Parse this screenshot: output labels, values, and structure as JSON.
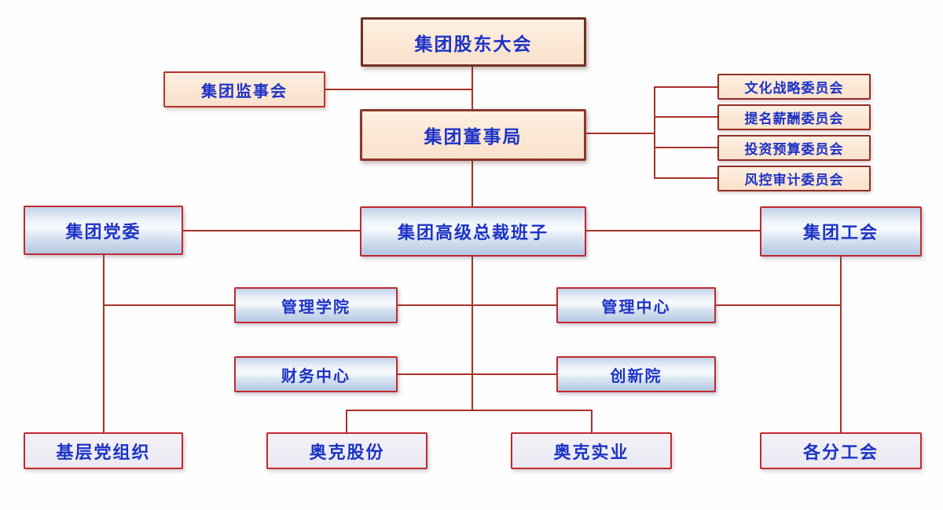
{
  "diagram": {
    "type": "org-chart",
    "nodes": {
      "shareholders": "集团股东大会",
      "supervisory": "集团监事会",
      "board": "集团董事局",
      "committees": [
        "文化战略委员会",
        "提名薪酬委员会",
        "投资预算委员会",
        "风控审计委员会"
      ],
      "party": "集团党委",
      "presidents": "集团高级总裁班子",
      "union": "集团工会",
      "mgmt_school": "管理学院",
      "mgmt_center": "管理中心",
      "finance": "财务中心",
      "innovation": "创新院",
      "grassroots": "基层党组织",
      "aoke_shares": "奥克股份",
      "aoke_industry": "奥克实业",
      "branch_unions": "各分工会"
    },
    "colors": {
      "connector_line": "#a63229",
      "peach_fill": "#fbe6d3",
      "peach_border_dark": "#6e3127",
      "peach_border": "#a1352a",
      "committee_border": "#942e26",
      "blue_box_border": "#c2292e",
      "blue_gradient_top": "#c2d2e8",
      "blue_gradient_bottom": "#b3c8e1",
      "lavender_fill": "#eae8f1",
      "label_text": "#1d33c6",
      "background": "#fefefe"
    }
  }
}
